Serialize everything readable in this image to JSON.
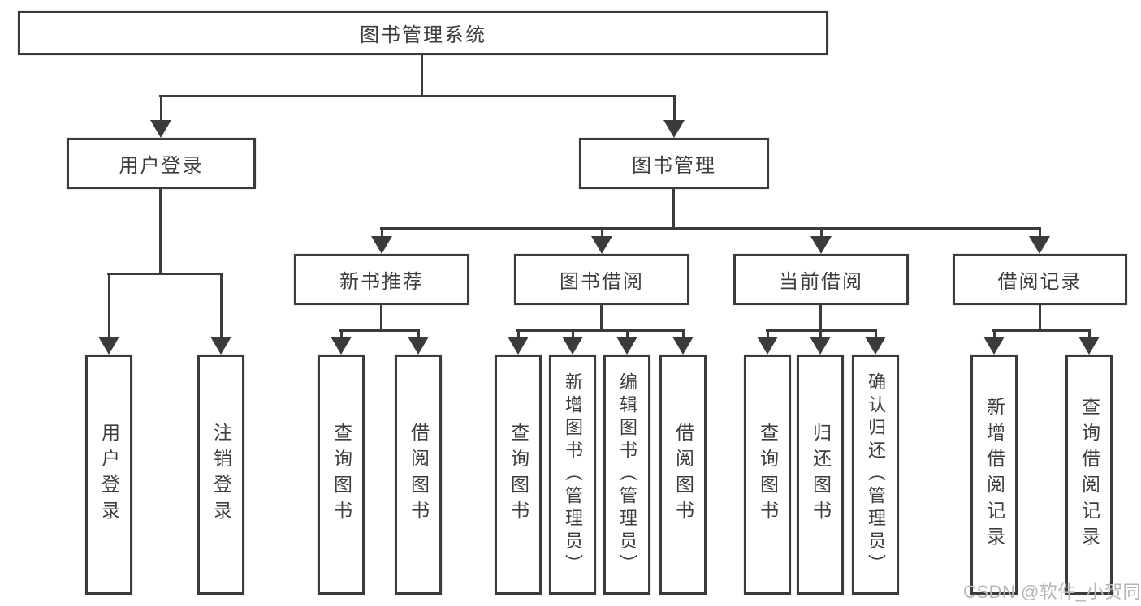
{
  "diagram": {
    "type": "tree-structure-chart",
    "root": {
      "id": "library-management-system",
      "label": "图书管理系统",
      "children": [
        {
          "id": "user-login",
          "label": "用户登录",
          "children": [
            {
              "id": "leaf-user-login",
              "label": "用户登录"
            },
            {
              "id": "leaf-logout-login",
              "label": "注销登录"
            }
          ]
        },
        {
          "id": "book-management",
          "label": "图书管理",
          "children": [
            {
              "id": "new-book-recommend",
              "label": "新书推荐",
              "children": [
                {
                  "id": "query-book",
                  "label": "查询图书"
                },
                {
                  "id": "borrow-book",
                  "label": "借阅图书"
                }
              ]
            },
            {
              "id": "book-borrowing",
              "label": "图书借阅",
              "children": [
                {
                  "id": "query-book",
                  "label": "查询图书"
                },
                {
                  "id": "add-book-admin",
                  "label": "新增图书（管理员）"
                },
                {
                  "id": "edit-book-admin",
                  "label": "编辑图书（管理员）"
                },
                {
                  "id": "borrow-book",
                  "label": "借阅图书"
                }
              ]
            },
            {
              "id": "current-borrowing",
              "label": "当前借阅",
              "children": [
                {
                  "id": "query-book",
                  "label": "查询图书"
                },
                {
                  "id": "return-book",
                  "label": "归还图书"
                },
                {
                  "id": "confirm-return-admin",
                  "label": "确认归还（管理员）"
                }
              ]
            },
            {
              "id": "borrowing-records",
              "label": "借阅记录",
              "children": [
                {
                  "id": "add-borrow-record",
                  "label": "新增借阅记录"
                },
                {
                  "id": "query-borrow-record",
                  "label": "查询借阅记录"
                }
              ]
            }
          ]
        }
      ]
    }
  },
  "watermark": {
    "text": "CSDN @软件_小贺同学"
  },
  "colors": {
    "background": "#ffffff",
    "line": "#3b3b3b",
    "text": "#3d3d3d",
    "watermark": "#b5b5b5"
  }
}
